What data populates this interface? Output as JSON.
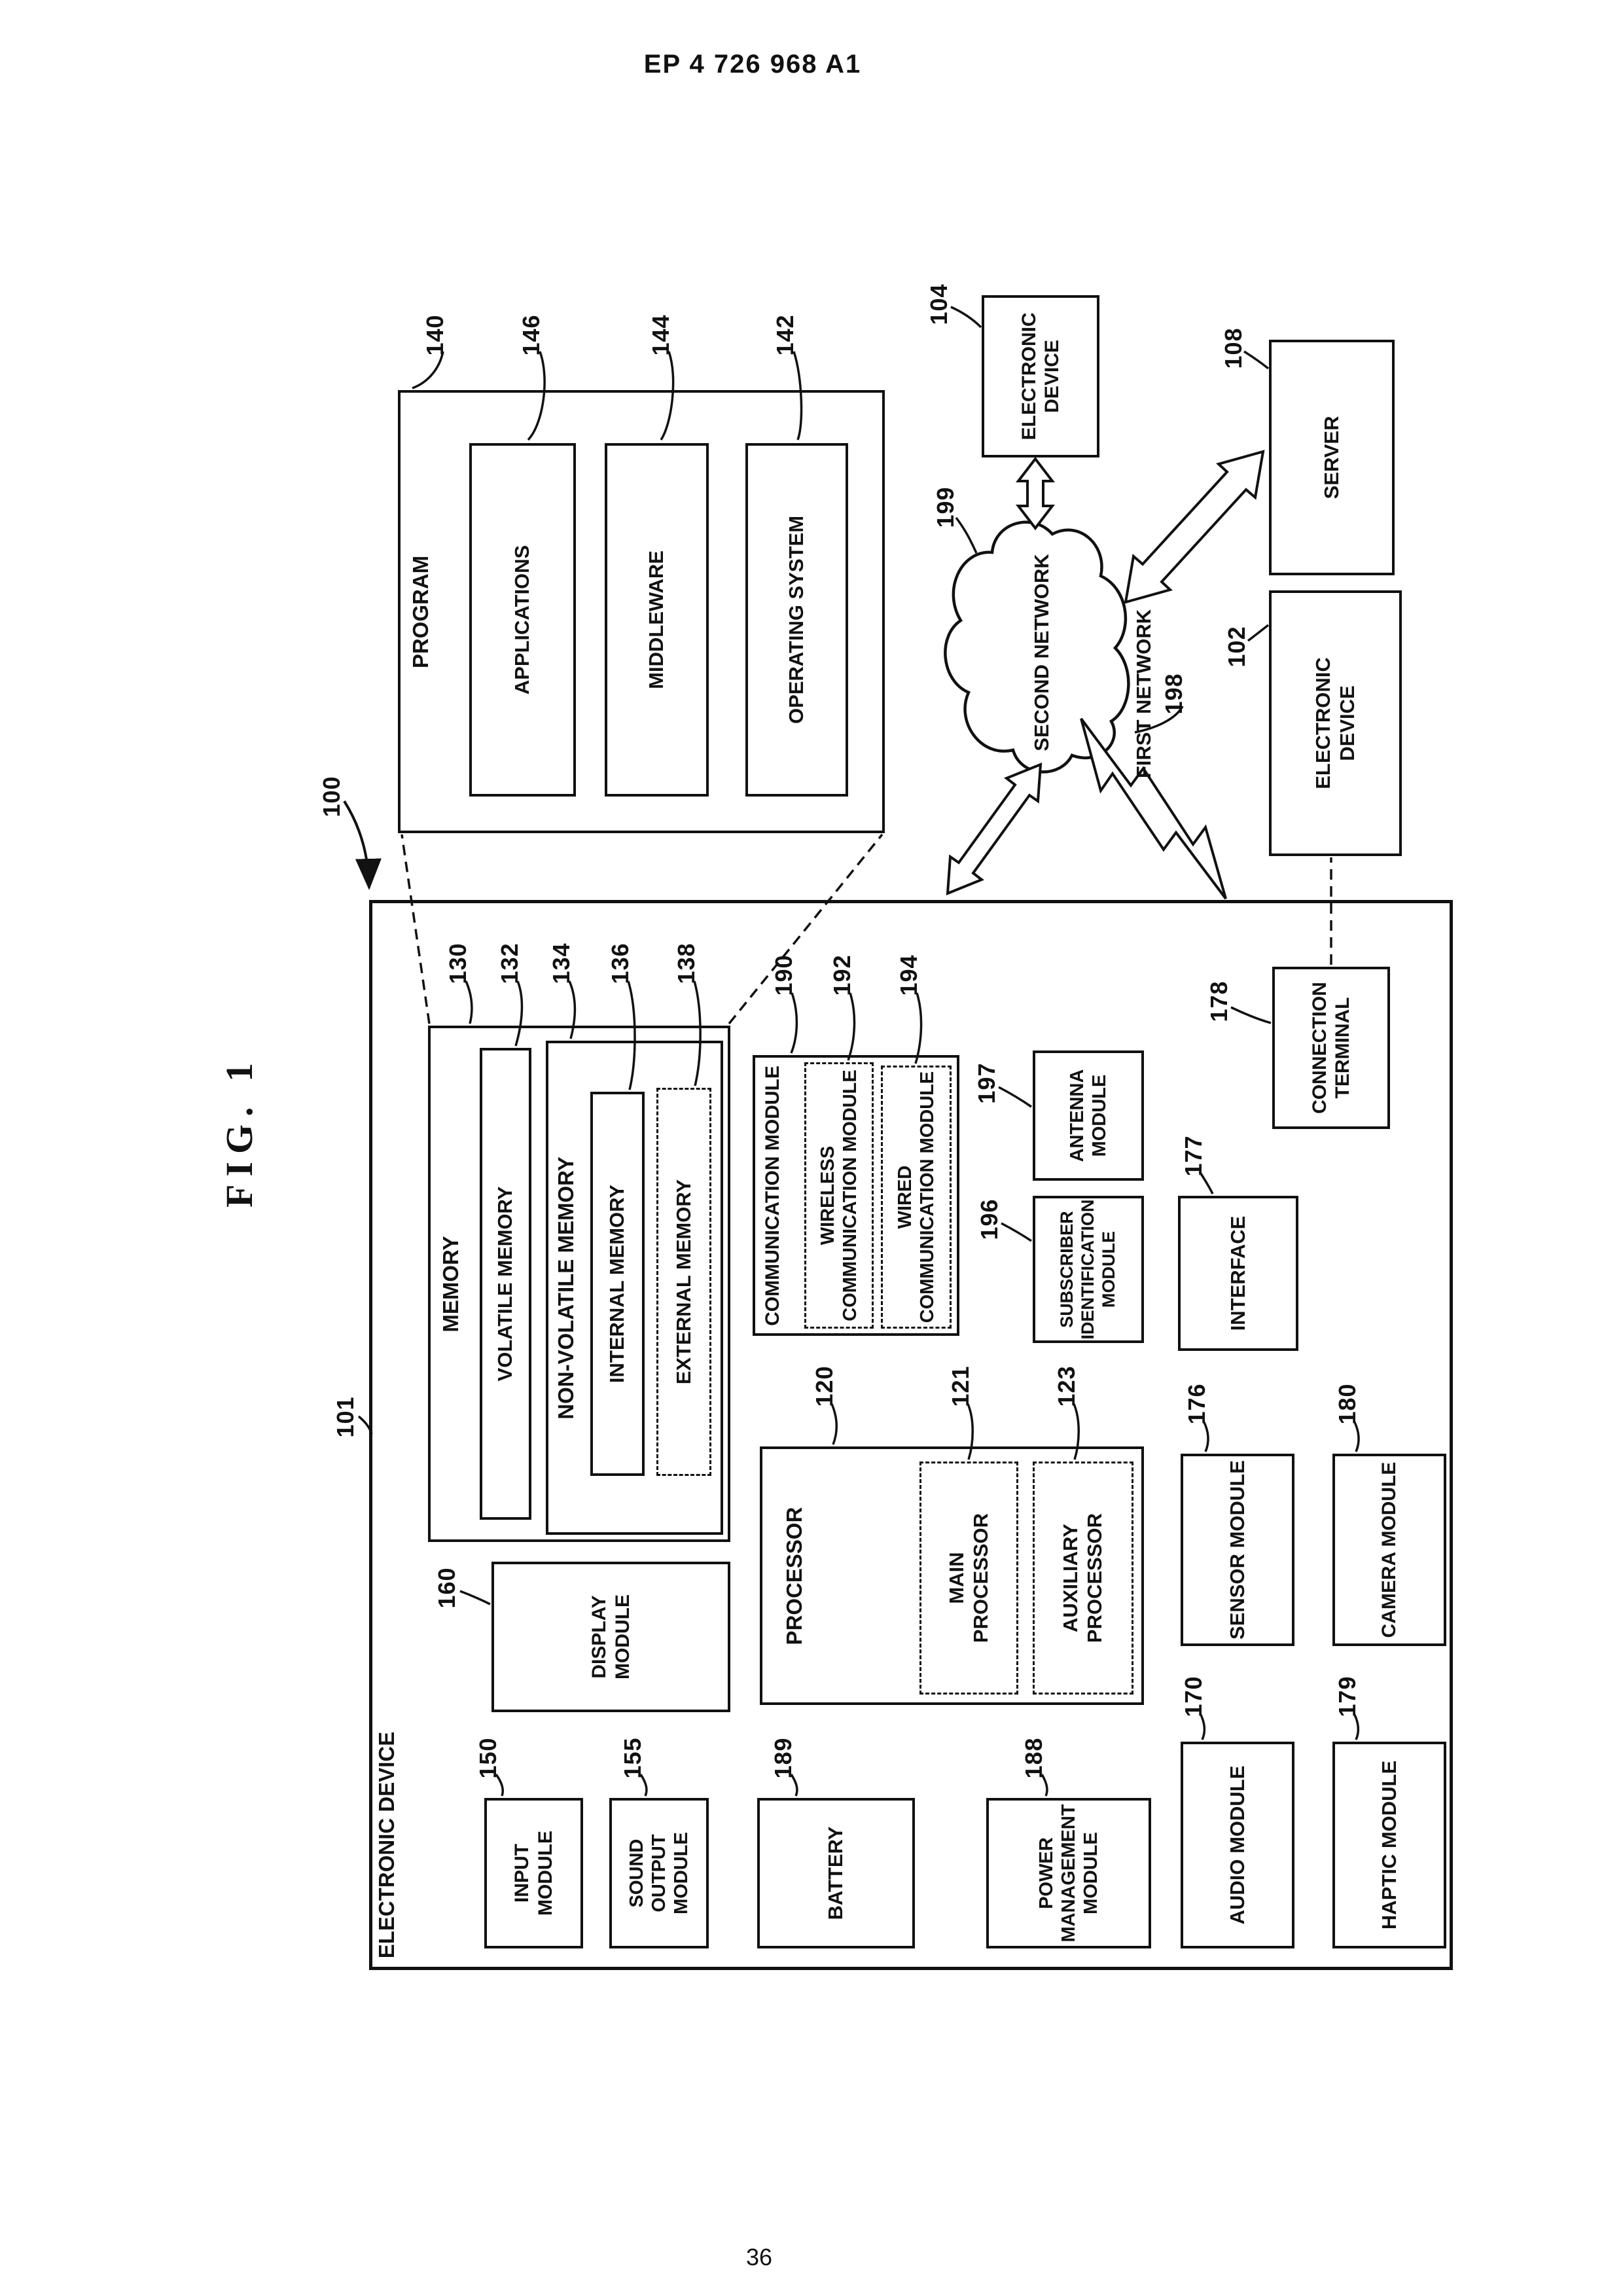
{
  "page": {
    "header": "EP 4 726 968 A1",
    "page_number": "36"
  },
  "figure": {
    "label": "FIG. 1",
    "system_ref": "100"
  },
  "style": {
    "ink": "#111111",
    "paper": "#ffffff"
  },
  "nodes": {
    "electronic_device": {
      "label": "ELECTRONIC DEVICE",
      "ref": "101"
    },
    "program": {
      "label": "PROGRAM",
      "ref": "140"
    },
    "applications": {
      "label": "APPLICATIONS",
      "ref": "146"
    },
    "middleware": {
      "label": "MIDDLEWARE",
      "ref": "144"
    },
    "operating_system": {
      "label": "OPERATING SYSTEM",
      "ref": "142"
    },
    "memory": {
      "label": "MEMORY",
      "ref": "130"
    },
    "volatile_memory": {
      "label": "VOLATILE MEMORY",
      "ref": "132"
    },
    "non_volatile_memory": {
      "label": "NON-VOLATILE MEMORY",
      "ref": "134"
    },
    "internal_memory": {
      "label": "INTERNAL MEMORY",
      "ref": "136"
    },
    "external_memory": {
      "label": "EXTERNAL MEMORY",
      "ref": "138"
    },
    "communication_module": {
      "label": "COMMUNICATION MODULE",
      "ref": "190"
    },
    "wireless_communication_module": {
      "label": "WIRELESS\nCOMMUNICATION MODULE",
      "ref": "192"
    },
    "wired_communication_module": {
      "label": "WIRED\nCOMMUNICATION MODULE",
      "ref": "194"
    },
    "subscriber_identification_module": {
      "label": "SUBSCRIBER\nIDENTIFICATION\nMODULE",
      "ref": "196"
    },
    "antenna_module": {
      "label": "ANTENNA\nMODULE",
      "ref": "197"
    },
    "interface": {
      "label": "INTERFACE",
      "ref": "177"
    },
    "connection_terminal": {
      "label": "CONNECTION\nTERMINAL",
      "ref": "178"
    },
    "processor": {
      "label": "PROCESSOR",
      "ref": "120"
    },
    "main_processor": {
      "label": "MAIN\nPROCESSOR",
      "ref": "121"
    },
    "auxiliary_processor": {
      "label": "AUXILIARY\nPROCESSOR",
      "ref": "123"
    },
    "display_module": {
      "label": "DISPLAY\nMODULE",
      "ref": "160"
    },
    "input_module": {
      "label": "INPUT\nMODULE",
      "ref": "150"
    },
    "sound_output_module": {
      "label": "SOUND\nOUTPUT\nMODULE",
      "ref": "155"
    },
    "battery": {
      "label": "BATTERY",
      "ref": "189"
    },
    "power_management_module": {
      "label": "POWER\nMANAGEMENT\nMODULE",
      "ref": "188"
    },
    "audio_module": {
      "label": "AUDIO MODULE",
      "ref": "170"
    },
    "sensor_module": {
      "label": "SENSOR MODULE",
      "ref": "176"
    },
    "camera_module": {
      "label": "CAMERA MODULE",
      "ref": "180"
    },
    "haptic_module": {
      "label": "HAPTIC MODULE",
      "ref": "179"
    },
    "second_network": {
      "label": "SECOND NETWORK",
      "ref": "199"
    },
    "first_network": {
      "label": "FIRST NETWORK",
      "ref": "198"
    },
    "electronic_device_2": {
      "label": "ELECTRONIC\nDEVICE",
      "ref": "102"
    },
    "electronic_device_4": {
      "label": "ELECTRONIC\nDEVICE",
      "ref": "104"
    },
    "server": {
      "label": "SERVER",
      "ref": "108"
    }
  }
}
